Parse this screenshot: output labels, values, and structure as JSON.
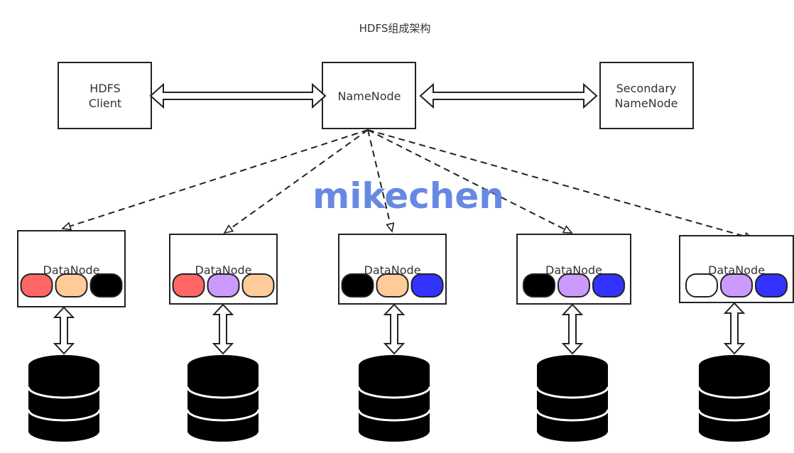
{
  "title": "HDFS组成架构",
  "watermark": "mikechen",
  "nodes": {
    "client": [
      "HDFS",
      "Client"
    ],
    "namenode": [
      "NameNode"
    ],
    "secondary": [
      "Secondary",
      "NameNode"
    ]
  },
  "datanode_label": "DataNode",
  "datanodes": [
    {
      "label": "DataNode",
      "blocks": [
        "#ff6666",
        "#ffcc99",
        "#000000"
      ]
    },
    {
      "label": "DataNode",
      "blocks": [
        "#ff6666",
        "#cc99ff",
        "#ffcc99"
      ]
    },
    {
      "label": "DataNode",
      "blocks": [
        "#000000",
        "#ffcc99",
        "#3333ff"
      ]
    },
    {
      "label": "DataNode",
      "blocks": [
        "#000000",
        "#cc99ff",
        "#3333ff"
      ]
    },
    {
      "label": "DataNode",
      "blocks": [
        "#ffffff",
        "#cc99ff",
        "#3333ff"
      ]
    }
  ],
  "colors": {
    "line": "#222222",
    "watermark": "#5b7fe0",
    "text": "#333333"
  },
  "icons": {
    "storage": "database-cylinder-icon",
    "double_arrow": "double-arrow-icon"
  }
}
